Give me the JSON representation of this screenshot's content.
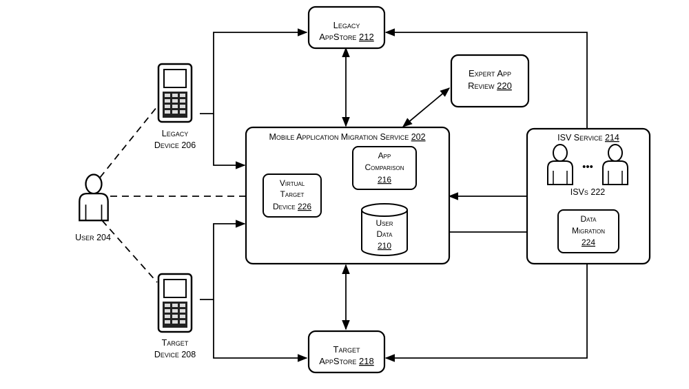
{
  "nodes": {
    "legacy_appstore": {
      "line1": "Legacy",
      "line2": "AppStore",
      "ref": "212"
    },
    "expert_review": {
      "line1": "Expert App",
      "line2": "Review",
      "ref": "220"
    },
    "migration_service": {
      "label": "Mobile Application Migration Service",
      "ref": "202"
    },
    "app_comparison": {
      "line1": "App",
      "line2": "Comparison",
      "ref": "216"
    },
    "virtual_target": {
      "line1": "Virtual",
      "line2": "Target",
      "line3": "Device",
      "ref": "226"
    },
    "user_data": {
      "line1": "User",
      "line2": "Data",
      "ref": "210"
    },
    "isv_service": {
      "label": "ISV Service",
      "ref": "214"
    },
    "isvs": {
      "label": "ISVs 222",
      "ellipsis": "•••"
    },
    "data_migration": {
      "line1": "Data",
      "line2": "Migration",
      "ref": "224"
    },
    "target_appstore": {
      "line1": "Target",
      "line2": "AppStore",
      "ref": "218"
    },
    "legacy_device": {
      "line1": "Legacy",
      "line2": "Device 206"
    },
    "target_device": {
      "line1": "Target",
      "line2": "Device 208"
    },
    "user": {
      "label": "User 204"
    }
  },
  "icons": [
    "mobile-phone-icon",
    "person-icon"
  ]
}
